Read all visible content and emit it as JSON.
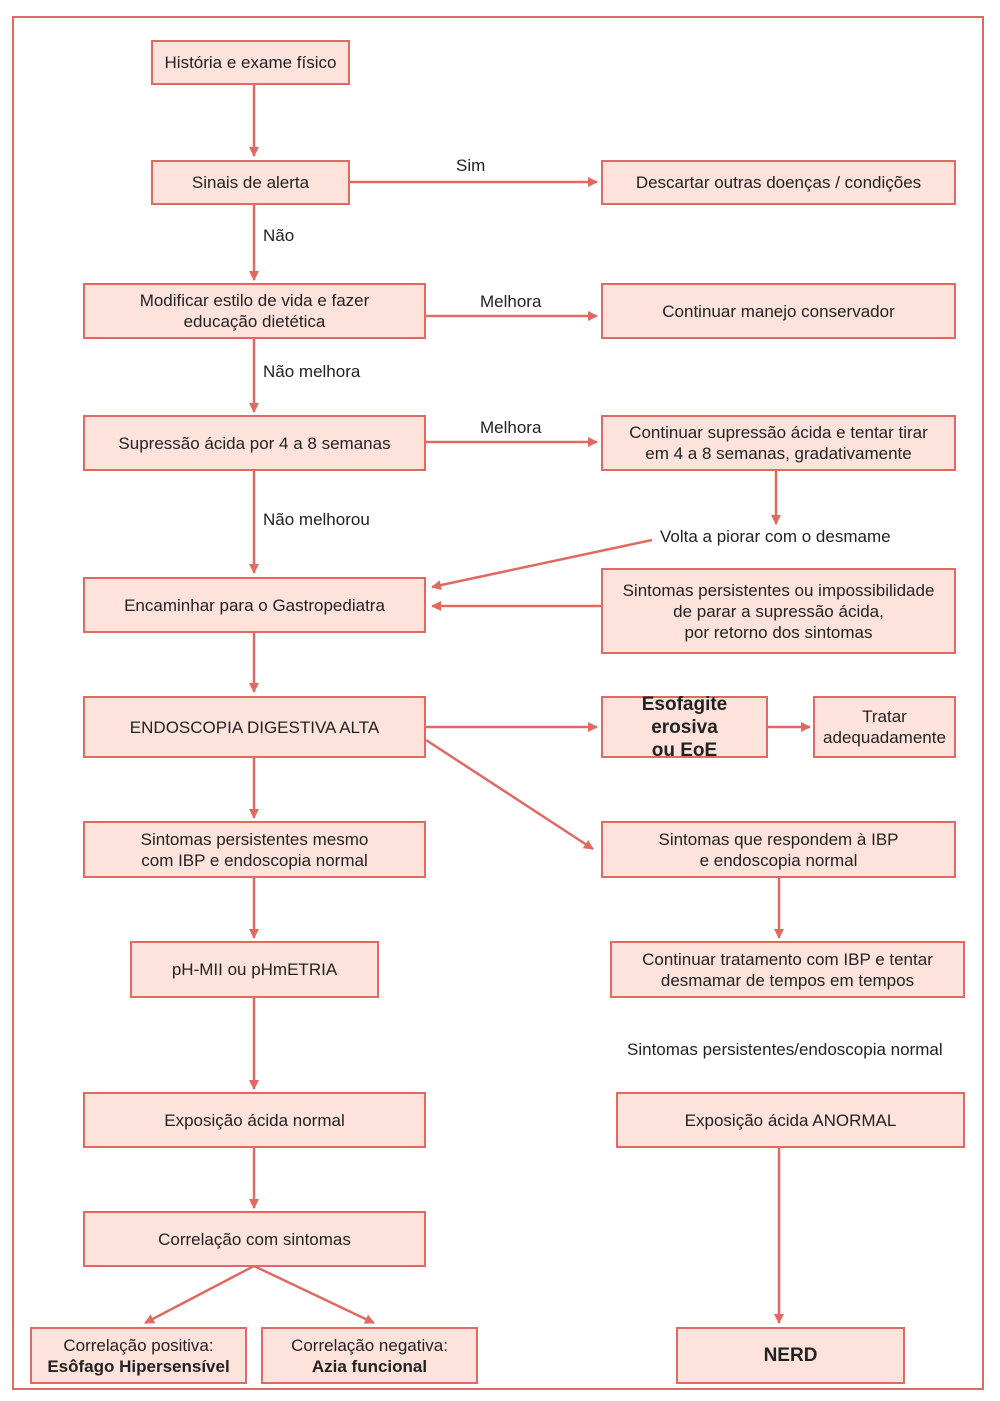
{
  "colors": {
    "border": "#e06a62",
    "box_fill": "#fde3dc",
    "text": "#222222"
  },
  "boxes": {
    "historia": "História e exame físico",
    "sinais": "Sinais de alerta",
    "descartar": "Descartar outras doenças / condições",
    "modificar": "Modificar estilo de vida e fazer\neducação dietética",
    "continuar_manejo": "Continuar manejo conservador",
    "supressao": "Supressão ácida por 4 a 8 semanas",
    "continuar_supressao": "Continuar supressão ácida e tentar tirar\nem 4 a 8 semanas, gradativamente",
    "encaminhar": "Encaminhar para o Gastropediatra",
    "sintomas_persistentes_impossibilidade": "Sintomas persistentes ou impossibilidade\nde parar a supressão ácida,\npor retorno dos sintomas",
    "endoscopia": "ENDOSCOPIA DIGESTIVA ALTA",
    "esofagite": "Esofagite erosiva\nou EoE",
    "tratar": "Tratar\nadequadamente",
    "sintomas_ibp_normal": "Sintomas persistentes mesmo\ncom IBP e endoscopia normal",
    "sintomas_respondem": "Sintomas que respondem à IBP\ne endoscopia normal",
    "continuar_tratamento": "Continuar tratamento com IBP e tentar\ndesmamar de tempos em tempos",
    "phmii": "pH-MII ou pHmETRIA",
    "exposicao_normal": "Exposição ácida normal",
    "exposicao_anormal": "Exposição ácida ANORMAL",
    "correlacao": "Correlação com sintomas",
    "corr_pos_line1": "Correlação positiva:",
    "corr_pos_line2": "Esôfago Hipersensível",
    "corr_neg_line1": "Correlação negativa:",
    "corr_neg_line2": "Azia funcional",
    "nerd": "NERD"
  },
  "labels": {
    "sim": "Sim",
    "nao": "Não",
    "melhora_1": "Melhora",
    "nao_melhora": "Não melhora",
    "melhora_2": "Melhora",
    "nao_melhorou": "Não melhorou",
    "volta_piorar": "Volta a piorar com o desmame",
    "sintomas_persistentes_endoscopia": "Sintomas persistentes/endoscopia normal"
  }
}
